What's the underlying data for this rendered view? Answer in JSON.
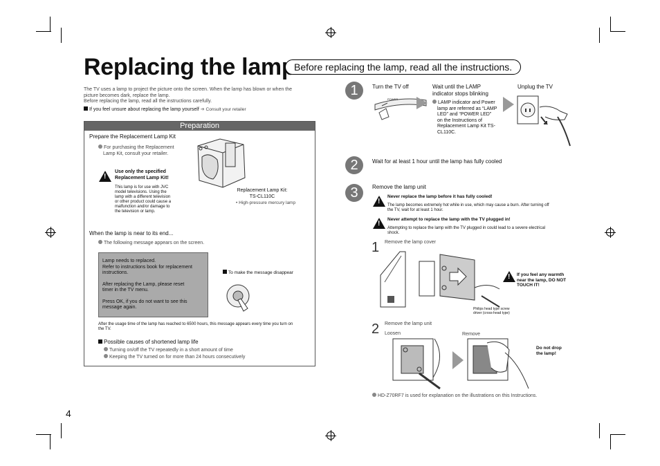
{
  "title": "Replacing the lamp",
  "subtitle": "Before replacing the lamp, read all the instructions.",
  "intro": {
    "line1": "The TV uses a lamp to project the picture onto the screen. When the lamp has blown or when the",
    "line2": "picture becomes dark, replace the lamp.",
    "line3": "Before replacing the lamp, read all the instructions carefully.",
    "unsure": "If you feel unsure about replacing the lamp yourself",
    "consult": "Consult your retailer"
  },
  "preparation": {
    "header": "Preparation",
    "kit_title": "Prepare the Replacement Lamp Kit",
    "purchase_1": "For purchasing the Replacement",
    "purchase_2": "Lamp Kit, consult your retailer.",
    "warn_title_1": "Use only the specified",
    "warn_title_2": "Replacement Lamp Kit!",
    "warn_body_1": "This lamp is for use with JVC",
    "warn_body_2": "model televisions. Using the",
    "warn_body_3": "lamp with a different television",
    "warn_body_4": "or other product could cause a",
    "warn_body_5": "malfunction and/or damage to",
    "warn_body_6": "the television or lamp.",
    "kit_label_1": "Replacement Lamp Kit:",
    "kit_label_2": "TS-CL110C",
    "kit_note": "High-pressure mercury lamp",
    "end_title": "When the lamp is near to its end...",
    "end_note": "The following message appears on the screen.",
    "msg_1": "Lamp needs to replaced.",
    "msg_2": "Refer to instructions book for replacement",
    "msg_3": "instructions.",
    "msg_4": "After replacing the Lamp, please reset",
    "msg_5": "timer in the TV menu.",
    "msg_6": "Press OK, if you do not want to see this",
    "msg_7": "message again.",
    "disappear": "To make the message disappear",
    "usage_1": "After the usage time of the lamp has reached to 6500 hours, this message appears every time you turn on",
    "usage_2": "the TV.",
    "causes_title": "Possible causes of shortened lamp life",
    "cause_1": "Turning on/off the TV repeatedly in a short amount of time",
    "cause_2": "Keeping the TV turned on for more than 24 hours consecutively"
  },
  "steps": {
    "s1": {
      "num": "1",
      "turn_off": "Turn the TV off",
      "wait_1": "Wait until the LAMP",
      "wait_2": "indicator stops blinking",
      "unplug": "Unplug the TV",
      "note_1": "LAMP indicator and Power",
      "note_2": "lamp are referred as “LAMP",
      "note_3": "LED” and “POWER LED”",
      "note_4": "on the Instructions of",
      "note_5": "Replacement Lamp Kit TS-",
      "note_6": "CL110C.",
      "power_label": "POWER"
    },
    "s2": {
      "num": "2",
      "text": "Wait for at least 1 hour until the lamp has fully cooled"
    },
    "s3": {
      "num": "3",
      "text": "Remove the lamp unit",
      "w1_title": "Never replace the lamp before it has fully cooled!",
      "w1_body_1": "The lamp becomes extremely hot while in use, which may cause a burn. After turning off",
      "w1_body_2": "the TV, wait for at least 1 hour.",
      "w2_title": "Never attempt to replace the lamp with the TV plugged in!",
      "w2_body_1": "Attempting to replace the lamp with the TV plugged in could lead to a severe electrical",
      "w2_body_2": "shock.",
      "sub1_num": "1",
      "sub1_text": "Remove the lamp cover",
      "warmth_1": "If you feel any warmth",
      "warmth_2": "near the lamp, DO NOT",
      "warmth_3": "TOUCH IT!",
      "philips_1": "Philips head type screw",
      "philips_2": "driver (cross-head type)",
      "sub2_num": "2",
      "sub2_text": "Remove the lamp unit",
      "loosen": "Loosen",
      "remove": "Remove",
      "drop_1": "Do not drop",
      "drop_2": "the lamp!",
      "footnote": "HD-Z70RF7 is used for explanation on the illustrations on this Instructions."
    }
  },
  "page_number": "4"
}
